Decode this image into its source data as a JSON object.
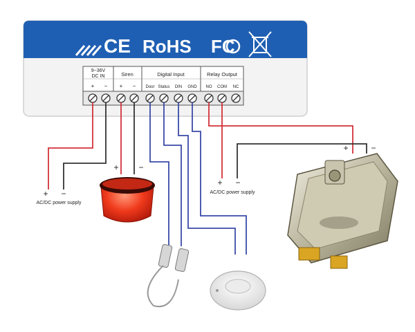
{
  "header": {
    "ce": "CE",
    "rohs": "RoHS",
    "fcc": "FC"
  },
  "terminals": {
    "dc_in": {
      "label_line1": "9~36V",
      "label_line2": "DC IN",
      "plus": "+",
      "minus": "−"
    },
    "siren": {
      "label": "Siren",
      "plus": "+",
      "minus": "−"
    },
    "digital_input": {
      "label": "Digital Input",
      "door": "Door",
      "status": "Status",
      "din": "DIN",
      "gnd": "GND"
    },
    "relay_output": {
      "label": "Relay Output",
      "no": "NO",
      "com": "COM",
      "nc": "NC"
    }
  },
  "power_supply_left": {
    "plus": "+",
    "minus": "−",
    "label": "AC/DC power supply"
  },
  "siren_wires": {
    "plus": "+",
    "minus": "−"
  },
  "power_supply_mid": {
    "plus": "+",
    "minus": "−",
    "label": "AC/DC power supply"
  },
  "lock_wires": {
    "plus": "+",
    "minus": "−"
  },
  "colors": {
    "header_blue": "#1f5fb3",
    "wire_red": "#d3313a",
    "wire_black": "#333333",
    "wire_blue": "#3a4aa8"
  }
}
